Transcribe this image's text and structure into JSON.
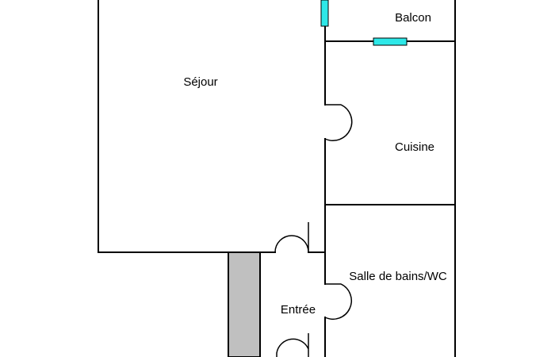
{
  "rooms": {
    "sejour": "Séjour",
    "balcon": "Balcon",
    "cuisine": "Cuisine",
    "salle_de_bains": "Salle de bains/WC",
    "entree": "Entrée"
  },
  "colors": {
    "wall": "#000000",
    "window": "#2ee8e8",
    "column": "#c0c0c0",
    "background": "#ffffff"
  }
}
